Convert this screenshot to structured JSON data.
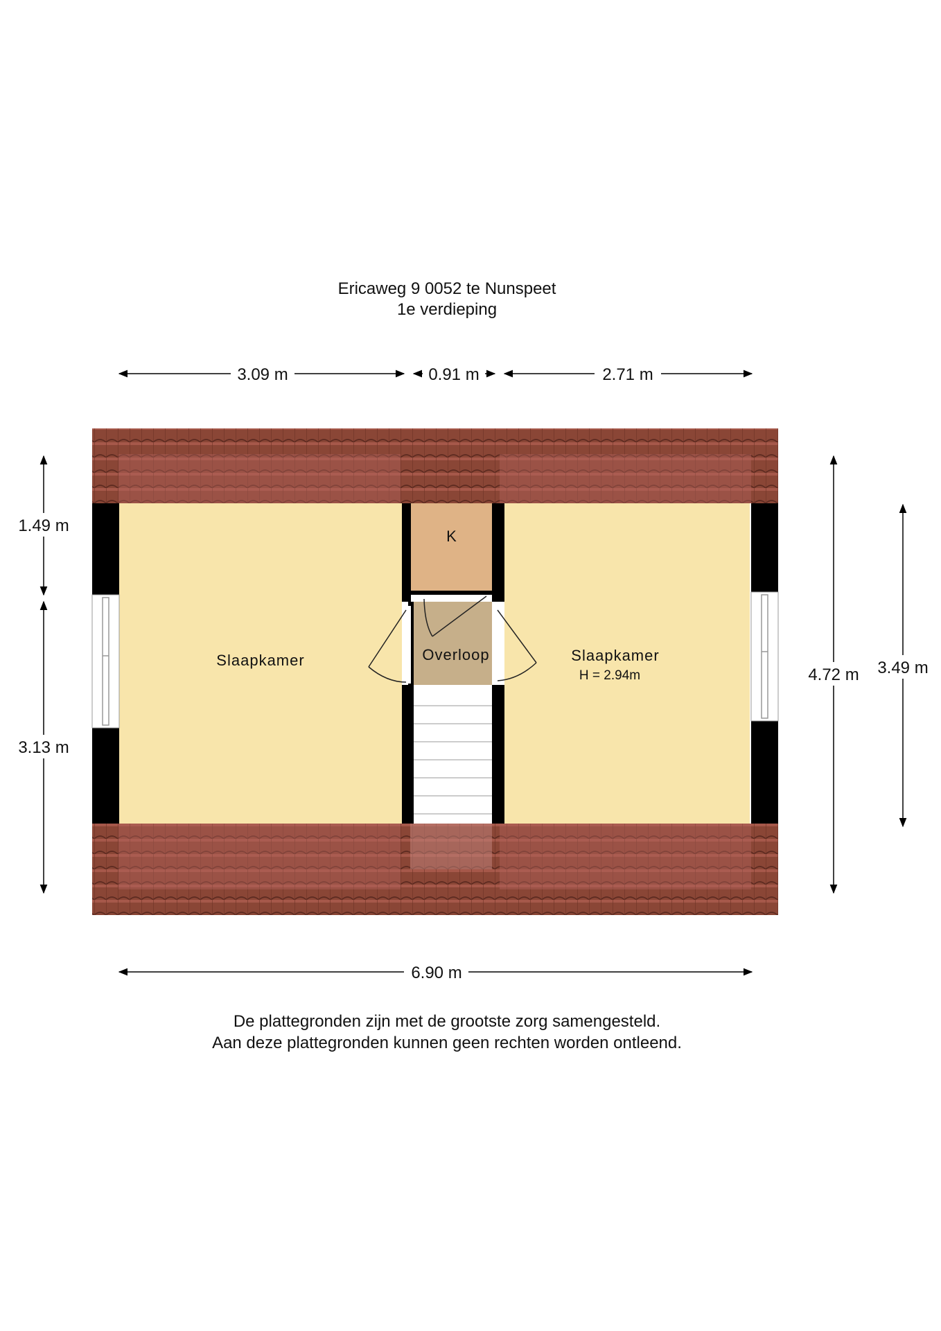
{
  "header": {
    "address": "Ericaweg 9 0052 te Nunspeet",
    "floor": "1e verdieping"
  },
  "dimensions": {
    "top_left": "3.09 m",
    "top_middle": "0.91 m",
    "top_right": "2.71 m",
    "bottom_total": "6.90 m",
    "left_upper": "1.49 m",
    "left_lower": "3.13 m",
    "right_inner": "4.72 m",
    "right_outer": "3.49 m"
  },
  "rooms": {
    "left_bedroom": "Slaapkamer",
    "closet": "K",
    "landing": "Overloop",
    "right_bedroom": "Slaapkamer",
    "right_bedroom_height": "H = 2.94m"
  },
  "colors": {
    "bedroom_floor": "#f8e5ab",
    "closet_floor": "#dfb386",
    "landing_floor": "#c6af8a",
    "roof_tile": "#8a4636",
    "wall": "#000000"
  },
  "footer": {
    "line1": "De plattegronden zijn met de grootste zorg samengesteld.",
    "line2": "Aan deze plattegronden kunnen geen rechten worden ontleend."
  }
}
